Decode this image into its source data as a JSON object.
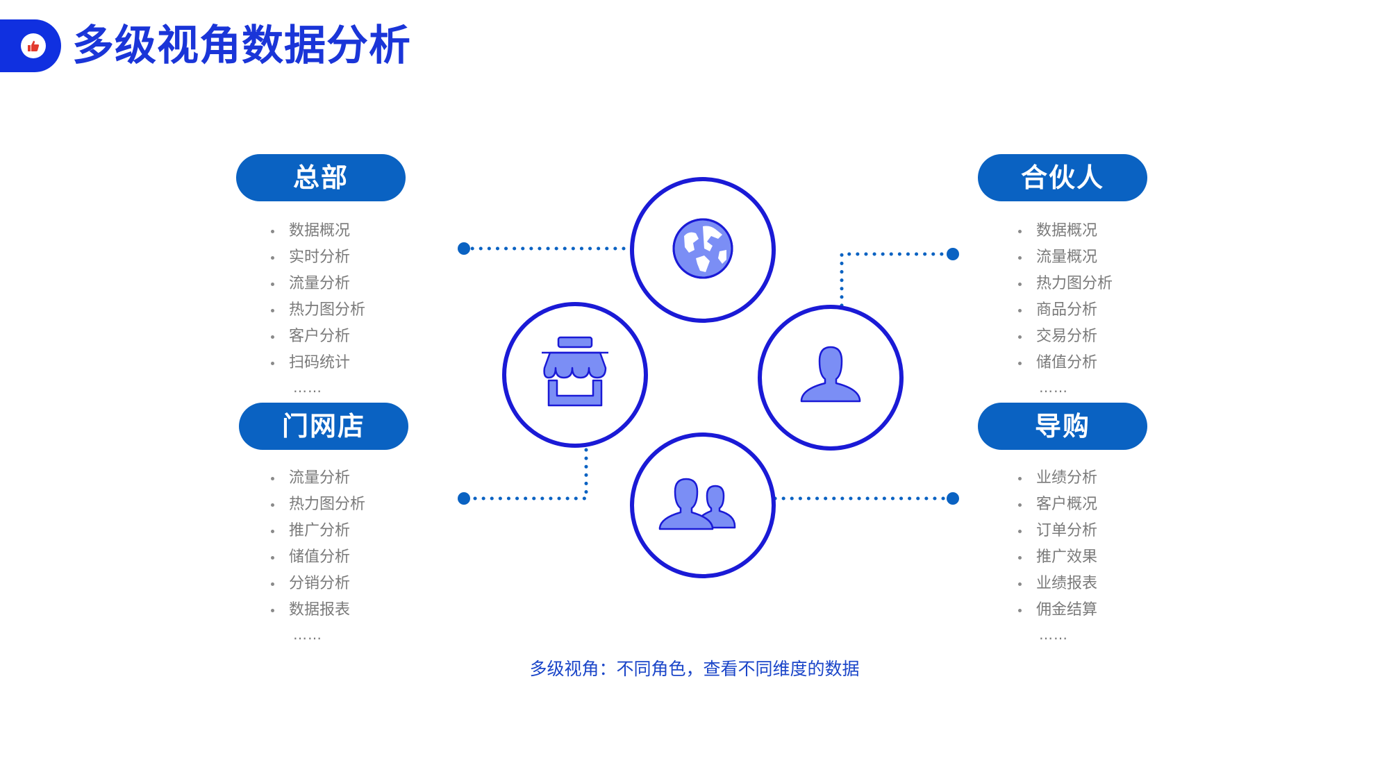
{
  "header": {
    "title": "多级视角数据分析",
    "badge_icon": "thumbs-up-icon"
  },
  "colors": {
    "title": "#1a35d8",
    "pill": "#0a62c2",
    "circle_stroke": "#1a1ad6",
    "icon_fill": "#7b8ef5",
    "connector": "#0a62c2",
    "list_text": "#7a7a7a",
    "caption": "#1a45c8"
  },
  "panels": {
    "headquarters": {
      "label": "总部",
      "items": [
        "数据概况",
        "实时分析",
        "流量分析",
        "热力图分析",
        "客户分析",
        "扫码统计"
      ],
      "more": "……"
    },
    "store": {
      "label": "门网店",
      "items": [
        "流量分析",
        "热力图分析",
        "推广分析",
        "储值分析",
        "分销分析",
        "数据报表"
      ],
      "more": "……"
    },
    "partner": {
      "label": "合伙人",
      "items": [
        "数据概况",
        "流量概况",
        "热力图分析",
        "商品分析",
        "交易分析",
        "储值分析"
      ],
      "more": "……"
    },
    "guide": {
      "label": "导购",
      "items": [
        "业绩分析",
        "客户概况",
        "订单分析",
        "推广效果",
        "业绩报表",
        "佣金结算"
      ],
      "more": "……"
    }
  },
  "circles": {
    "top": "globe-icon",
    "left": "storefront-icon",
    "right": "person-icon",
    "bottom": "group-icon"
  },
  "caption": "多级视角：不同角色，查看不同维度的数据"
}
